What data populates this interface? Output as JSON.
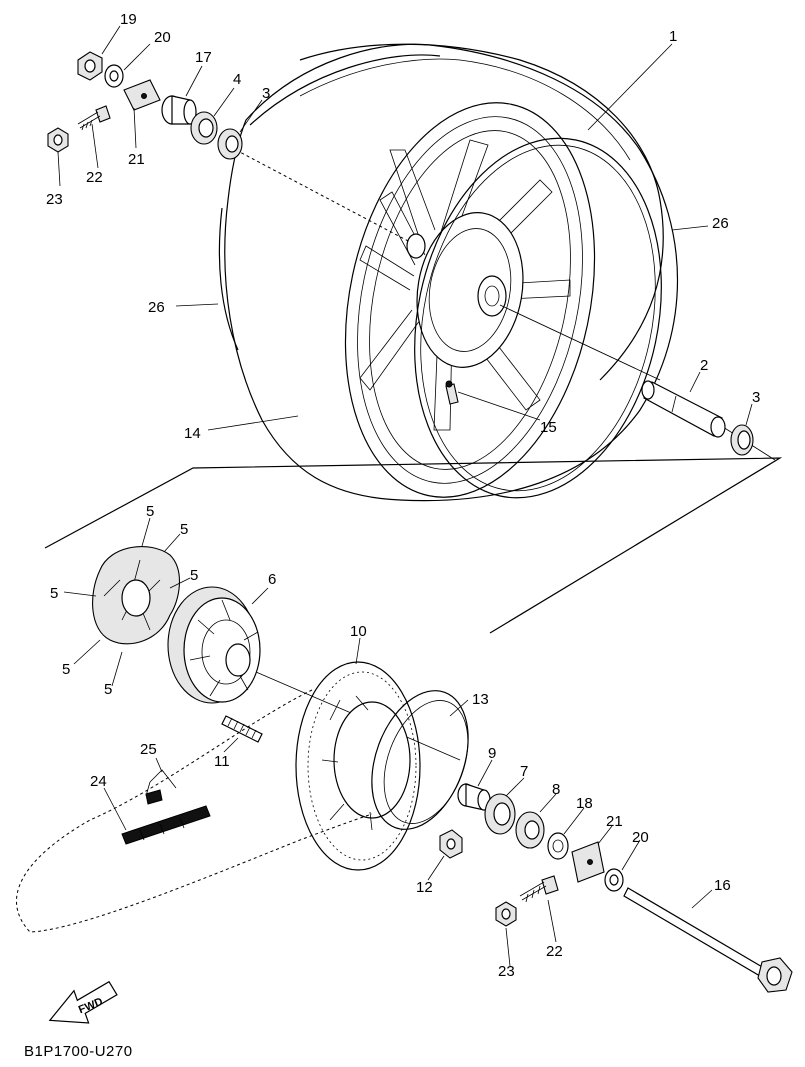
{
  "diagram_code": "B1P1700-U270",
  "fwd_label": "FWD",
  "labels": {
    "p1": "1",
    "p2": "2",
    "p3_top": "3",
    "p3_right": "3",
    "p4": "4",
    "p5_a": "5",
    "p5_b": "5",
    "p5_c": "5",
    "p5_d": "5",
    "p5_e": "5",
    "p5_f": "5",
    "p6": "6",
    "p7": "7",
    "p8": "8",
    "p9": "9",
    "p10": "10",
    "p11": "11",
    "p12": "12",
    "p13": "13",
    "p14": "14",
    "p15": "15",
    "p16": "16",
    "p17": "17",
    "p18": "18",
    "p19": "19",
    "p20_top": "20",
    "p20_bottom": "20",
    "p21_top": "21",
    "p21_bottom": "21",
    "p22_top": "22",
    "p22_bottom": "22",
    "p23_top": "23",
    "p23_bottom": "23",
    "p24": "24",
    "p25": "25",
    "p26_left": "26",
    "p26_right": "26"
  }
}
